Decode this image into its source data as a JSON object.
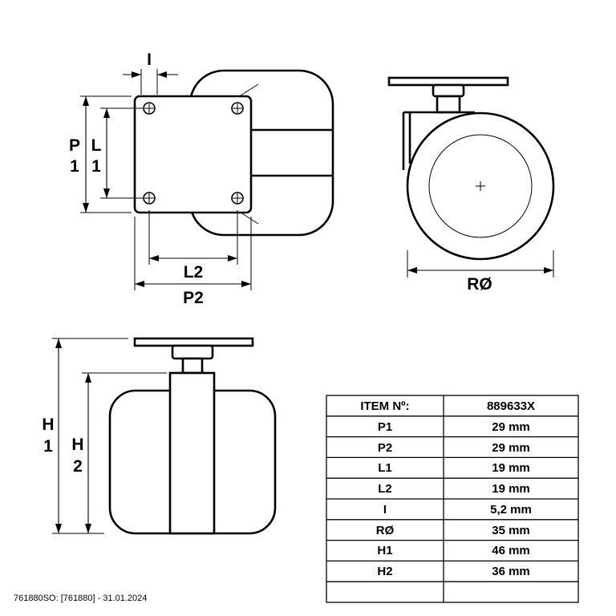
{
  "drawing": {
    "dim_labels": {
      "i": "I",
      "p1": [
        "P",
        "1"
      ],
      "l1": [
        "L",
        "1"
      ],
      "l2": "L2",
      "p2": "P2",
      "r": "RØ",
      "h1": [
        "H",
        "1"
      ],
      "h2": [
        "H",
        "2"
      ]
    }
  },
  "table": {
    "header": {
      "label": "ITEM Nº:",
      "value": "889633X"
    },
    "rows": [
      {
        "label": "P1",
        "value": "29 mm"
      },
      {
        "label": "P2",
        "value": "29 mm"
      },
      {
        "label": "L1",
        "value": "19 mm"
      },
      {
        "label": "L2",
        "value": "19 mm"
      },
      {
        "label": "I",
        "value": "5,2 mm"
      },
      {
        "label": "RØ",
        "value": "35 mm"
      },
      {
        "label": "H1",
        "value": "46 mm"
      },
      {
        "label": "H2",
        "value": "36 mm"
      }
    ]
  },
  "footer": "761880SO: [761880] - 31.01.2024",
  "colors": {
    "line": "#000000",
    "background": "#ffffff"
  }
}
